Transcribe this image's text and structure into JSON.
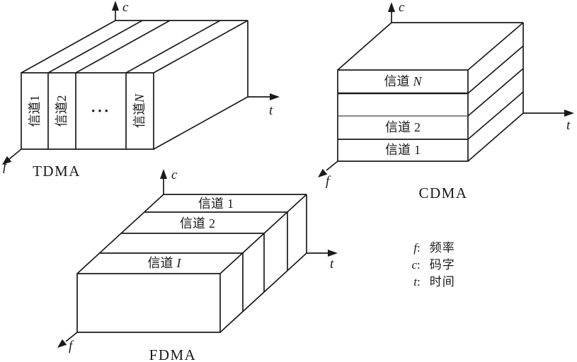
{
  "canvas": {
    "background": "#ffffff",
    "line_color": "#1a1a1a"
  },
  "axes": {
    "c": "c",
    "t": "t",
    "f": "f"
  },
  "diagrams": {
    "tdma": {
      "title": "TDMA",
      "slices": [
        {
          "cn": "信道",
          "id": "1"
        },
        {
          "cn": "信道",
          "id": "2"
        },
        {
          "dots": "•••"
        },
        {
          "cn": "信道",
          "id": "N"
        }
      ]
    },
    "cdma": {
      "title": "CDMA",
      "layers": [
        {
          "cn": "信道",
          "id": "N"
        },
        {
          "cn": "信道",
          "id": "2"
        },
        {
          "cn": "信道",
          "id": "1"
        }
      ]
    },
    "fdma": {
      "title": "FDMA",
      "strips": [
        {
          "cn": "信道",
          "id": "1"
        },
        {
          "cn": "信道",
          "id": "2"
        },
        {
          "cn": "信道",
          "id": "I"
        }
      ]
    }
  },
  "legend": {
    "colon": ":",
    "items": [
      {
        "symbol": "f",
        "term": "频率"
      },
      {
        "symbol": "c",
        "term": "码字"
      },
      {
        "symbol": "t",
        "term": "时间"
      }
    ]
  }
}
